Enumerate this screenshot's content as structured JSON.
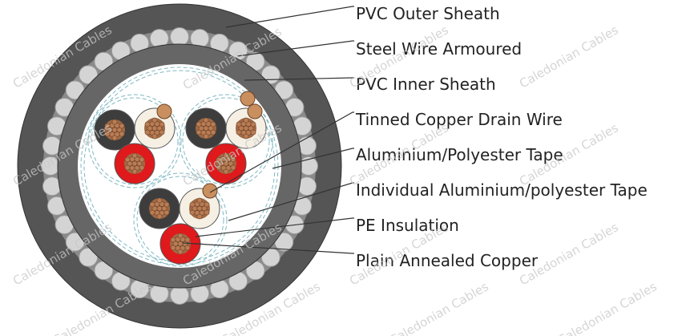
{
  "labels": [
    "PVC Outer Sheath",
    "Steel Wire Armoured",
    "PVC Inner Sheath",
    "Tinned Copper Drain Wire",
    "Aluminium/Polyester Tape",
    "Individual Aluminium/polyester Tape",
    "PE Insulation",
    "Plain Annealed Copper"
  ],
  "watermark": "Caledonian Cables",
  "colors": {
    "outer_sheath": "#555555",
    "armour_wire": "#d4d4d4",
    "inner_sheath": "#666666",
    "core_black": "#3d3d3d",
    "core_white": "#f6f0e4",
    "core_red": "#e0191c",
    "copper": "#b87d55",
    "drain_wire": "#c98f5f",
    "tape": "#7fb8c4"
  }
}
